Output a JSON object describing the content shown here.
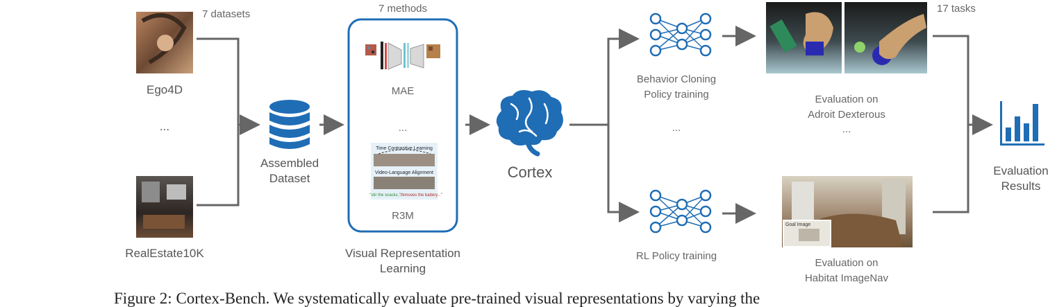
{
  "datasets": {
    "count_label": "7 datasets",
    "ego4d": "Ego4D",
    "ellipsis": "...",
    "realestate": "RealEstate10K"
  },
  "assembled": {
    "line1": "Assembled",
    "line2": "Dataset"
  },
  "methods": {
    "count_label": "7 methods",
    "mae": "MAE",
    "ellipsis": "...",
    "r3m": "R3M",
    "r3m_panel": {
      "tcl": "Time Contrastive Learning",
      "vla": "Video-Language Alignment",
      "quote_green": "\"stir the snacks...\"",
      "quote_red": "\"removes the battery...\""
    },
    "title_line1": "Visual Representation",
    "title_line2": "Learning"
  },
  "cortex": "Cortex",
  "policy": {
    "bc_line1": "Behavior Cloning",
    "bc_line2": "Policy training",
    "ellipsis": "...",
    "rl": "RL Policy training"
  },
  "evaluation": {
    "tasks_label": "17 tasks",
    "adroit_line1": "Evaluation on",
    "adroit_line2": "Adroit Dexterous",
    "ellipsis": "...",
    "habitat_line1": "Evaluation on",
    "habitat_line2": "Habitat ImageNav",
    "goal_image": "Goal Image"
  },
  "results": {
    "line1": "Evaluation",
    "line2": "Results"
  },
  "caption": "Figure 2: Cortex-Bench. We systematically evaluate pre-trained visual representations by varying the",
  "colors": {
    "accent": "#1f6db5",
    "arrow": "#666666"
  }
}
